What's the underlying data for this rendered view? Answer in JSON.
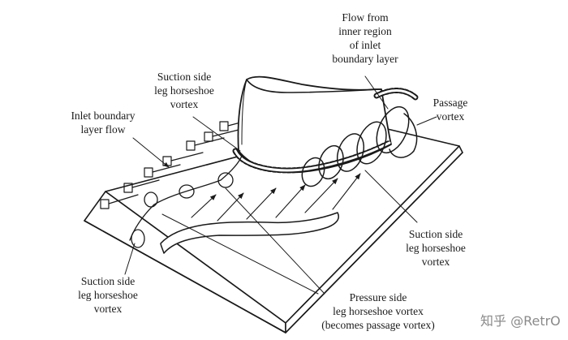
{
  "labels": {
    "flow_inner": [
      "Flow from",
      "inner region",
      "of inlet",
      "boundary layer"
    ],
    "suction_top": [
      "Suction side",
      "leg horseshoe",
      "vortex"
    ],
    "inlet_bl": [
      "Inlet boundary",
      "layer flow"
    ],
    "passage": [
      "Passage",
      "vortex"
    ],
    "suction_right": [
      "Suction side",
      "leg horseshoe",
      "vortex"
    ],
    "suction_left": [
      "Suction side",
      "leg horseshoe",
      "vortex"
    ],
    "pressure": [
      "Pressure side",
      "leg horseshoe vortex",
      "(becomes passage vortex)"
    ]
  },
  "watermark": "知乎 @RetrO"
}
